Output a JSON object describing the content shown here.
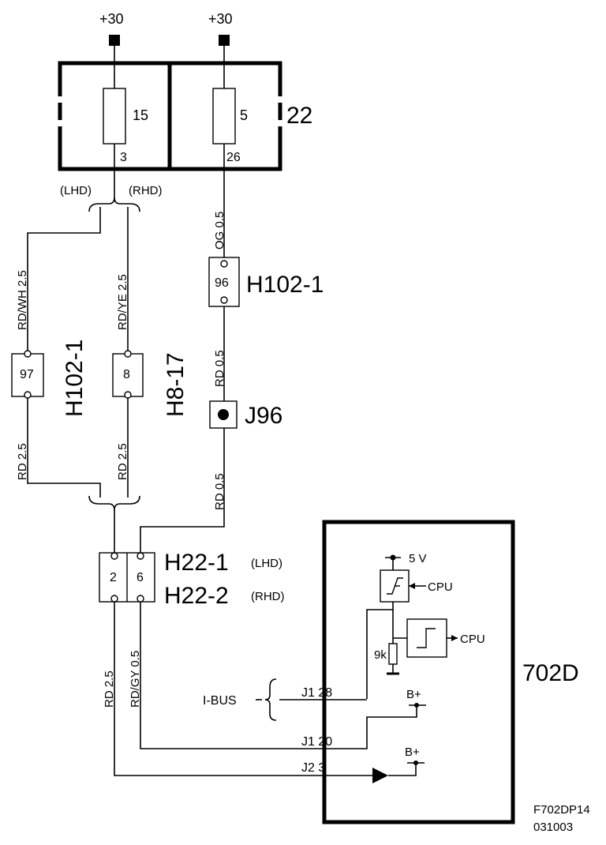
{
  "supply": {
    "left": "+30",
    "right": "+30"
  },
  "fuse_box": {
    "id": "22",
    "fuse_left": "15",
    "fuse_right": "5",
    "term_left": "3",
    "term_right": "26"
  },
  "variants": {
    "lhd": "(LHD)",
    "rhd": "(RHD)"
  },
  "wires": {
    "w1": "RD/WH 2.5",
    "w2": "RD/YE 2.5",
    "w3": "OG 0.5",
    "w4": "RD 0.5",
    "w5": "RD 0.5",
    "w6": "RD 2.5",
    "w7": "RD 2.5",
    "w8": "RD 2.5",
    "w9": "RD/GY 0.5"
  },
  "connectors": {
    "h102_top": {
      "label": "H102-1",
      "pin": "96"
    },
    "h102_left": {
      "label": "H102-1",
      "pin": "97"
    },
    "h8": {
      "label": "H8-17",
      "pin": "8"
    },
    "j96": {
      "label": "J96"
    },
    "h22": {
      "label1": "H22-1",
      "sub1": "(LHD)",
      "label2": "H22-2",
      "sub2": "(RHD)",
      "pin_left": "2",
      "pin_right": "6"
    }
  },
  "module": {
    "id": "702D",
    "v5": "5 V",
    "cpu1": "CPU",
    "cpu2": "CPU",
    "res": "9k",
    "bplus1": "B+",
    "bplus2": "B+",
    "ibus": "I-BUS",
    "pin_ibus": "J1  28",
    "pin_mid": "J1  20",
    "pin_low": "J2  3"
  },
  "footer": {
    "code": "F702DP14",
    "date": "031003"
  }
}
